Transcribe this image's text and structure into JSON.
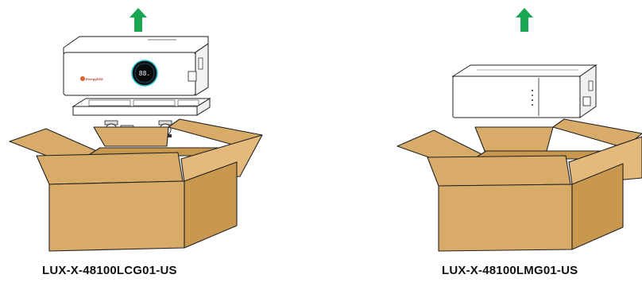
{
  "captions": {
    "left": "LUX-X-48100LCG01-US",
    "right": "LUX-X-48100LMG01-US"
  },
  "left_unit": {
    "display_readout": "88.",
    "brand_logo": "EnergyESS"
  },
  "colors": {
    "arrow": "#1aa650",
    "box_face": "#d8ac68",
    "box_dark": "#c9984f",
    "box_light": "#e3ba7c",
    "outline": "#222222",
    "display_ring": "#2ec4d6"
  },
  "icons": {
    "lift_arrow_left": "arrow-up-icon",
    "lift_arrow_right": "arrow-up-icon"
  }
}
